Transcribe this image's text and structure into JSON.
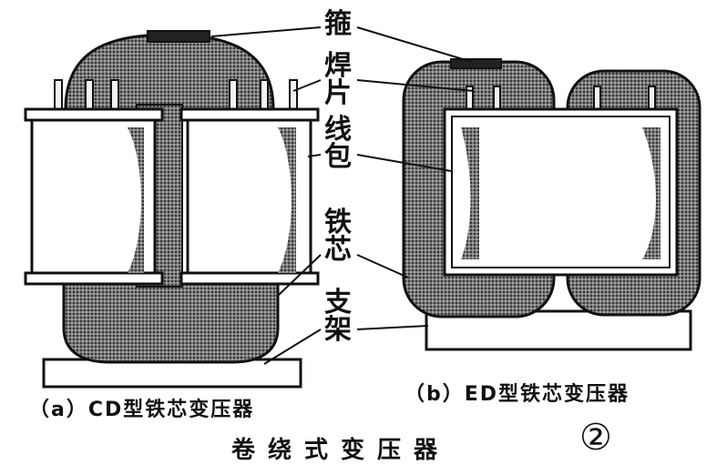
{
  "labels": {
    "hoop": "箍",
    "weld_1": "焊",
    "weld_2": "片",
    "coil_1": "线",
    "coil_2": "包",
    "core_1": "铁",
    "core_2": "芯",
    "bracket_1": "支",
    "bracket_2": "架"
  },
  "captions": {
    "a": "（a）CD型铁芯变压器",
    "b": "（b）ED型铁芯变压器"
  },
  "title": "卷绕式变压器",
  "figure_number": "②"
}
